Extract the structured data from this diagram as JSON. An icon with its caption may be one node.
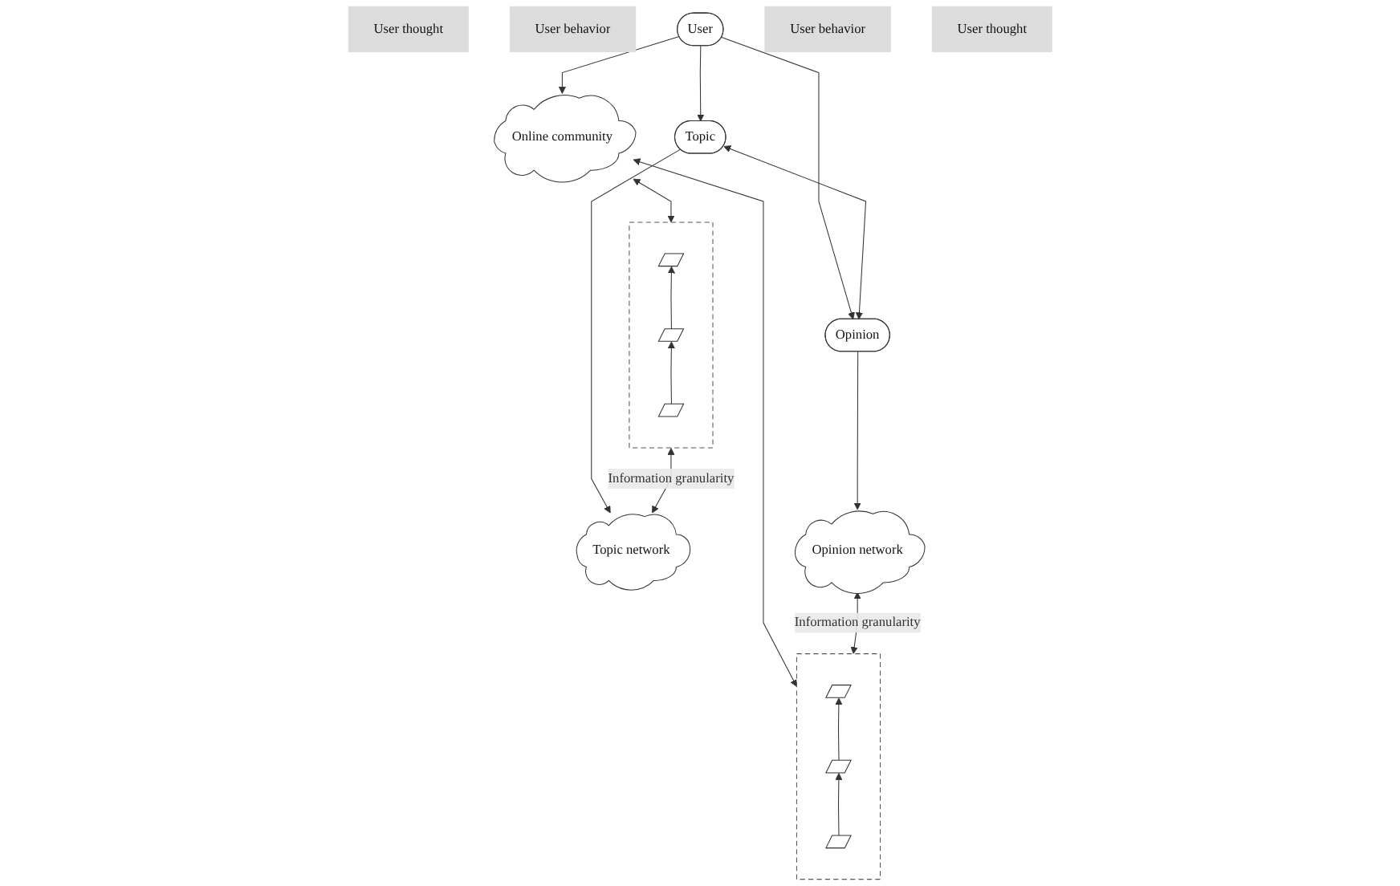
{
  "diagram": {
    "nodes": [
      {
        "text": [
          "Online community"
        ]
      },
      {
        "text": [
          "User thought"
        ]
      },
      {
        "text": [
          "User behavior"
        ]
      },
      {
        "text": [
          "User"
        ]
      },
      {
        "text": [
          "User behavior"
        ]
      },
      {
        "text": [
          "User thought"
        ]
      },
      {
        "text": [
          "Topic"
        ]
      },
      {
        "text": [
          "Opinion"
        ]
      },
      {
        "text": [
          "Topic network"
        ]
      },
      {
        "text": [
          "Opinion network"
        ]
      },
      {
        "text": [],
        "shape": "box"
      },
      {
        "text": [],
        "shape": "parallelogram",
        "in": 10
      },
      {
        "text": [],
        "shape": "parallelogram",
        "in": 10
      },
      {
        "text": [],
        "shape": "parallelogram",
        "in": 10
      },
      {
        "text": [],
        "shape": "box"
      },
      {
        "text": [],
        "shape": "parallelogram",
        "in": 14
      },
      {
        "text": [],
        "shape": "parallelogram",
        "in": 14
      },
      {
        "text": [],
        "shape": "parallelogram",
        "in": 14
      }
    ],
    "edges": [
      {
        "from": 3,
        "to": 0,
        "arrow": "to"
      },
      {
        "from": 3,
        "to": 6,
        "arrow": "to"
      },
      {
        "from": 3,
        "to": 7,
        "arrow": "to"
      },
      {
        "from": 6,
        "to": 7,
        "arrow": "both"
      },
      {
        "from": 6,
        "to": 8,
        "arrow": "to"
      },
      {
        "from": 7,
        "to": 9,
        "arrow": "to"
      },
      {
        "from": 0,
        "to": 10,
        "arrow": "both"
      },
      {
        "from": 0,
        "to": 14,
        "arrow": "both"
      },
      {
        "from": 12,
        "to": 11,
        "arrow": "to"
      },
      {
        "from": 13,
        "to": 12,
        "arrow": "to"
      },
      {
        "from": 16,
        "to": 15,
        "arrow": "to"
      },
      {
        "from": 17,
        "to": 16,
        "arrow": "to"
      },
      {
        "from": 10,
        "to": 8,
        "arrow": "both",
        "label": "Information granularity"
      },
      {
        "from": 9,
        "to": 14,
        "arrow": "both",
        "label": "Information granularity"
      }
    ]
  }
}
